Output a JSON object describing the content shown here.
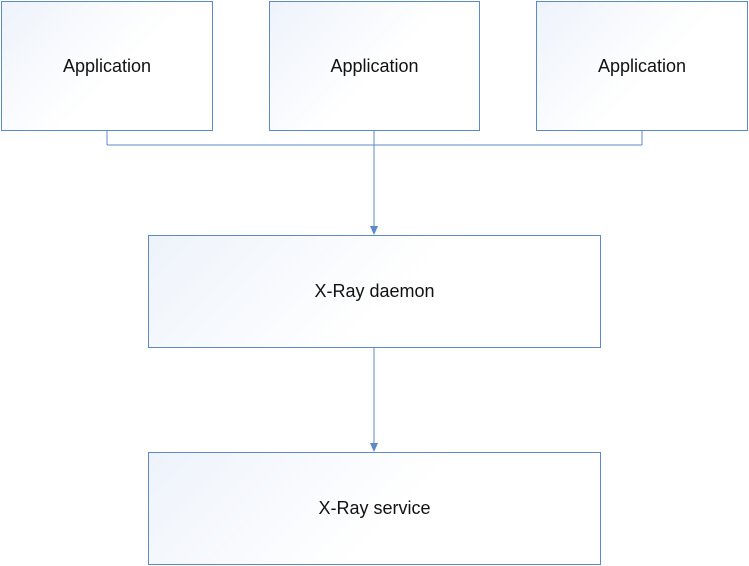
{
  "nodes": {
    "app_1": {
      "label": "Application"
    },
    "app_2": {
      "label": "Application"
    },
    "app_3": {
      "label": "Application"
    },
    "daemon": {
      "label": "X-Ray daemon"
    },
    "service": {
      "label": "X-Ray service"
    }
  },
  "colors": {
    "border": "#5b8ac6",
    "connector": "#5b8ac6",
    "text": "#111111"
  }
}
